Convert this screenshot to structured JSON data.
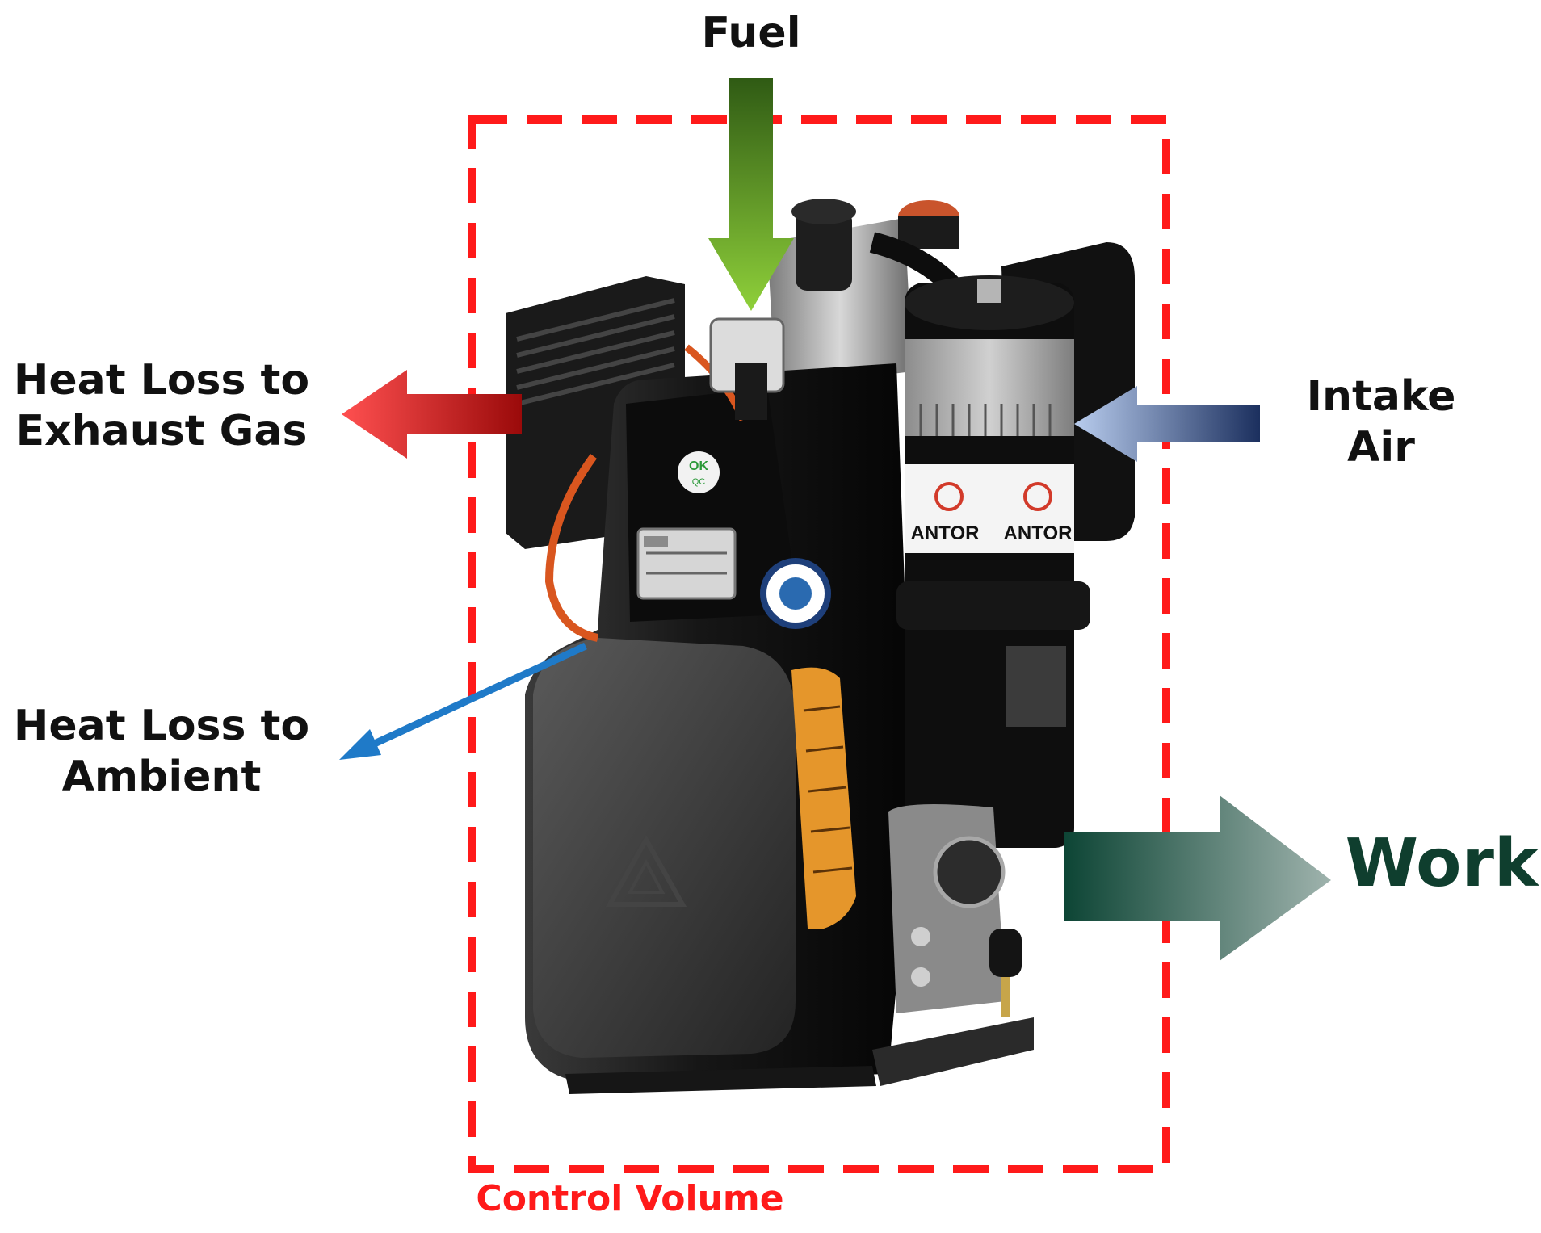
{
  "diagram": {
    "labels": {
      "fuel": "Fuel",
      "exhaust_line1": "Heat Loss to",
      "exhaust_line2": "Exhaust Gas",
      "intake_line1": "Intake",
      "intake_line2": "Air",
      "ambient_line1": "Heat Loss to",
      "ambient_line2": "Ambient",
      "work": "Work",
      "control_volume": "Control Volume"
    },
    "engine_badges": {
      "brand_left": "ANTOR",
      "brand_right": "ANTOR",
      "qc_top": "OK",
      "qc_bottom": "QC"
    },
    "colors": {
      "control_volume_border": "#ff1a1a",
      "fuel_arrow": "#6aa82c",
      "exhaust_arrow": "#d41616",
      "intake_arrow": "#2d4d8f",
      "ambient_arrow": "#1f7ac8",
      "work_arrow": "#0f4a3a",
      "engine_body": "#141414"
    },
    "icons": [
      "engine-image",
      "fuel-arrow-icon",
      "exhaust-arrow-icon",
      "intake-arrow-icon",
      "ambient-arrow-icon",
      "work-arrow-icon"
    ]
  }
}
